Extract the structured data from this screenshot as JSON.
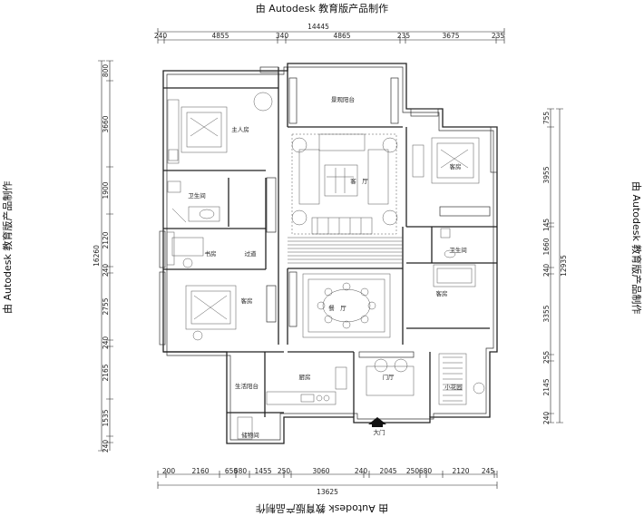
{
  "watermark": {
    "top": "由 Autodesk 教育版产品制作",
    "bottom": "由 Autodesk 教育版产品制作",
    "left": "由 Autodesk 教育版产品制作",
    "right": "由 Autodesk 教育版产品制作"
  },
  "dimensions": {
    "top_total": "14445",
    "top_segments": [
      "240",
      "4855",
      "340",
      "4865",
      "235",
      "3675",
      "235"
    ],
    "bottom_total": "13625",
    "bottom_segments": [
      "200",
      "2160",
      "650",
      "580",
      "1455",
      "250",
      "3060",
      "240",
      "2045",
      "250",
      "680",
      "2120",
      "245"
    ],
    "left_total": "16260",
    "left_segments": [
      "800",
      "3660",
      "1900",
      "2120",
      "240",
      "2755",
      "240",
      "2165",
      "1535",
      "240"
    ],
    "right_total": "12935",
    "right_segments": [
      "755",
      "3955",
      "145",
      "1660",
      "240",
      "3355",
      "255",
      "2145",
      "240"
    ]
  },
  "rooms": {
    "master_bedroom": "主人房",
    "scenic_balcony": "景观阳台",
    "living_room": "客　厅",
    "guest_room_ne": "客房",
    "bathroom_w": "卫生间",
    "bathroom_e": "卫生间",
    "study": "书房",
    "corridor": "过道",
    "dining_room": "餐　厅",
    "guest_room_w": "客房",
    "guest_room_e": "客房",
    "service_balcony": "生活阳台",
    "kitchen": "厨房",
    "foyer": "门厅",
    "garden": "小花园",
    "storage": "储物间",
    "entrance": "大门"
  }
}
